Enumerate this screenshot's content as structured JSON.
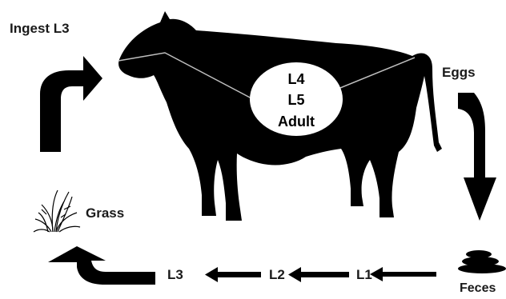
{
  "labels": {
    "ingest": "Ingest L3",
    "eggs": "Eggs",
    "grass": "Grass",
    "feces": "Feces",
    "l1": "L1",
    "l2": "L2",
    "l3": "L3"
  },
  "belly": {
    "line1": "L4",
    "line2": "L5",
    "line3": "Adult"
  },
  "colors": {
    "silhouette": "#000000",
    "outline": "#bfbfbf",
    "text": "#1a1a1a"
  }
}
